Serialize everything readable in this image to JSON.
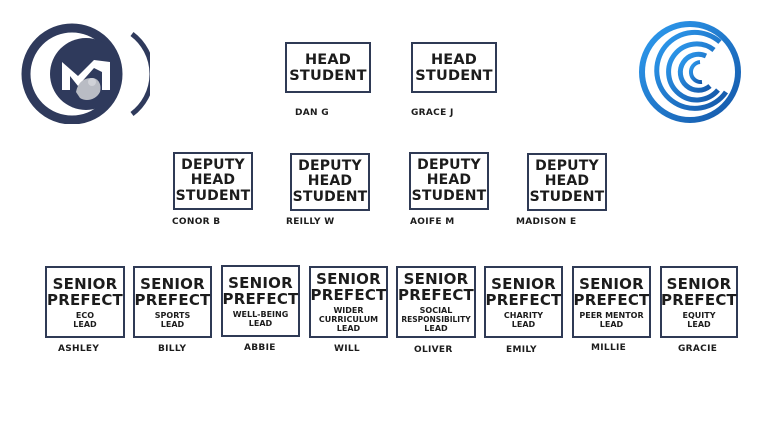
{
  "logos": [
    {
      "name": "left-school-crest",
      "icon": "m-lion-crest-icon",
      "color": "#2f3a5c"
    },
    {
      "name": "right-blue-swirl",
      "icon": "concentric-swirl-icon",
      "color": "#1d76c9"
    }
  ],
  "head_students": [
    {
      "title": [
        "HEAD",
        "STUDENT"
      ],
      "name": "DAN G"
    },
    {
      "title": [
        "HEAD",
        "STUDENT"
      ],
      "name": "GRACE J"
    }
  ],
  "deputy_head_students": [
    {
      "title": [
        "DEPUTY",
        "HEAD",
        "STUDENT"
      ],
      "name": "CONOR B"
    },
    {
      "title": [
        "DEPUTY",
        "HEAD",
        "STUDENT"
      ],
      "name": "REILLY W"
    },
    {
      "title": [
        "DEPUTY",
        "HEAD",
        "STUDENT"
      ],
      "name": "AOIFE M"
    },
    {
      "title": [
        "DEPUTY",
        "HEAD",
        "STUDENT"
      ],
      "name": "MADISON E"
    }
  ],
  "senior_prefects": [
    {
      "title": [
        "SENIOR",
        "PREFECT"
      ],
      "role": [
        "ECO",
        "LEAD"
      ],
      "name": "ASHLEY"
    },
    {
      "title": [
        "SENIOR",
        "PREFECT"
      ],
      "role": [
        "SPORTS",
        "LEAD"
      ],
      "name": "BILLY"
    },
    {
      "title": [
        "SENIOR",
        "PREFECT"
      ],
      "role": [
        "WELL-BEING",
        "LEAD"
      ],
      "name": "ABBIE"
    },
    {
      "title": [
        "SENIOR",
        "PREFECT"
      ],
      "role": [
        "WIDER",
        "CURRICULUM",
        "LEAD"
      ],
      "name": "WILL"
    },
    {
      "title": [
        "SENIOR",
        "PREFECT"
      ],
      "role": [
        "SOCIAL",
        "RESPONSIBILITY",
        "LEAD"
      ],
      "name": "OLIVER"
    },
    {
      "title": [
        "SENIOR",
        "PREFECT"
      ],
      "role": [
        "CHARITY",
        "LEAD"
      ],
      "name": "EMILY"
    },
    {
      "title": [
        "SENIOR",
        "PREFECT"
      ],
      "role": [
        "PEER MENTOR",
        "LEAD"
      ],
      "name": "MILLIE"
    },
    {
      "title": [
        "SENIOR",
        "PREFECT"
      ],
      "role": [
        "EQUITY",
        "LEAD"
      ],
      "name": "GRACIE"
    }
  ]
}
